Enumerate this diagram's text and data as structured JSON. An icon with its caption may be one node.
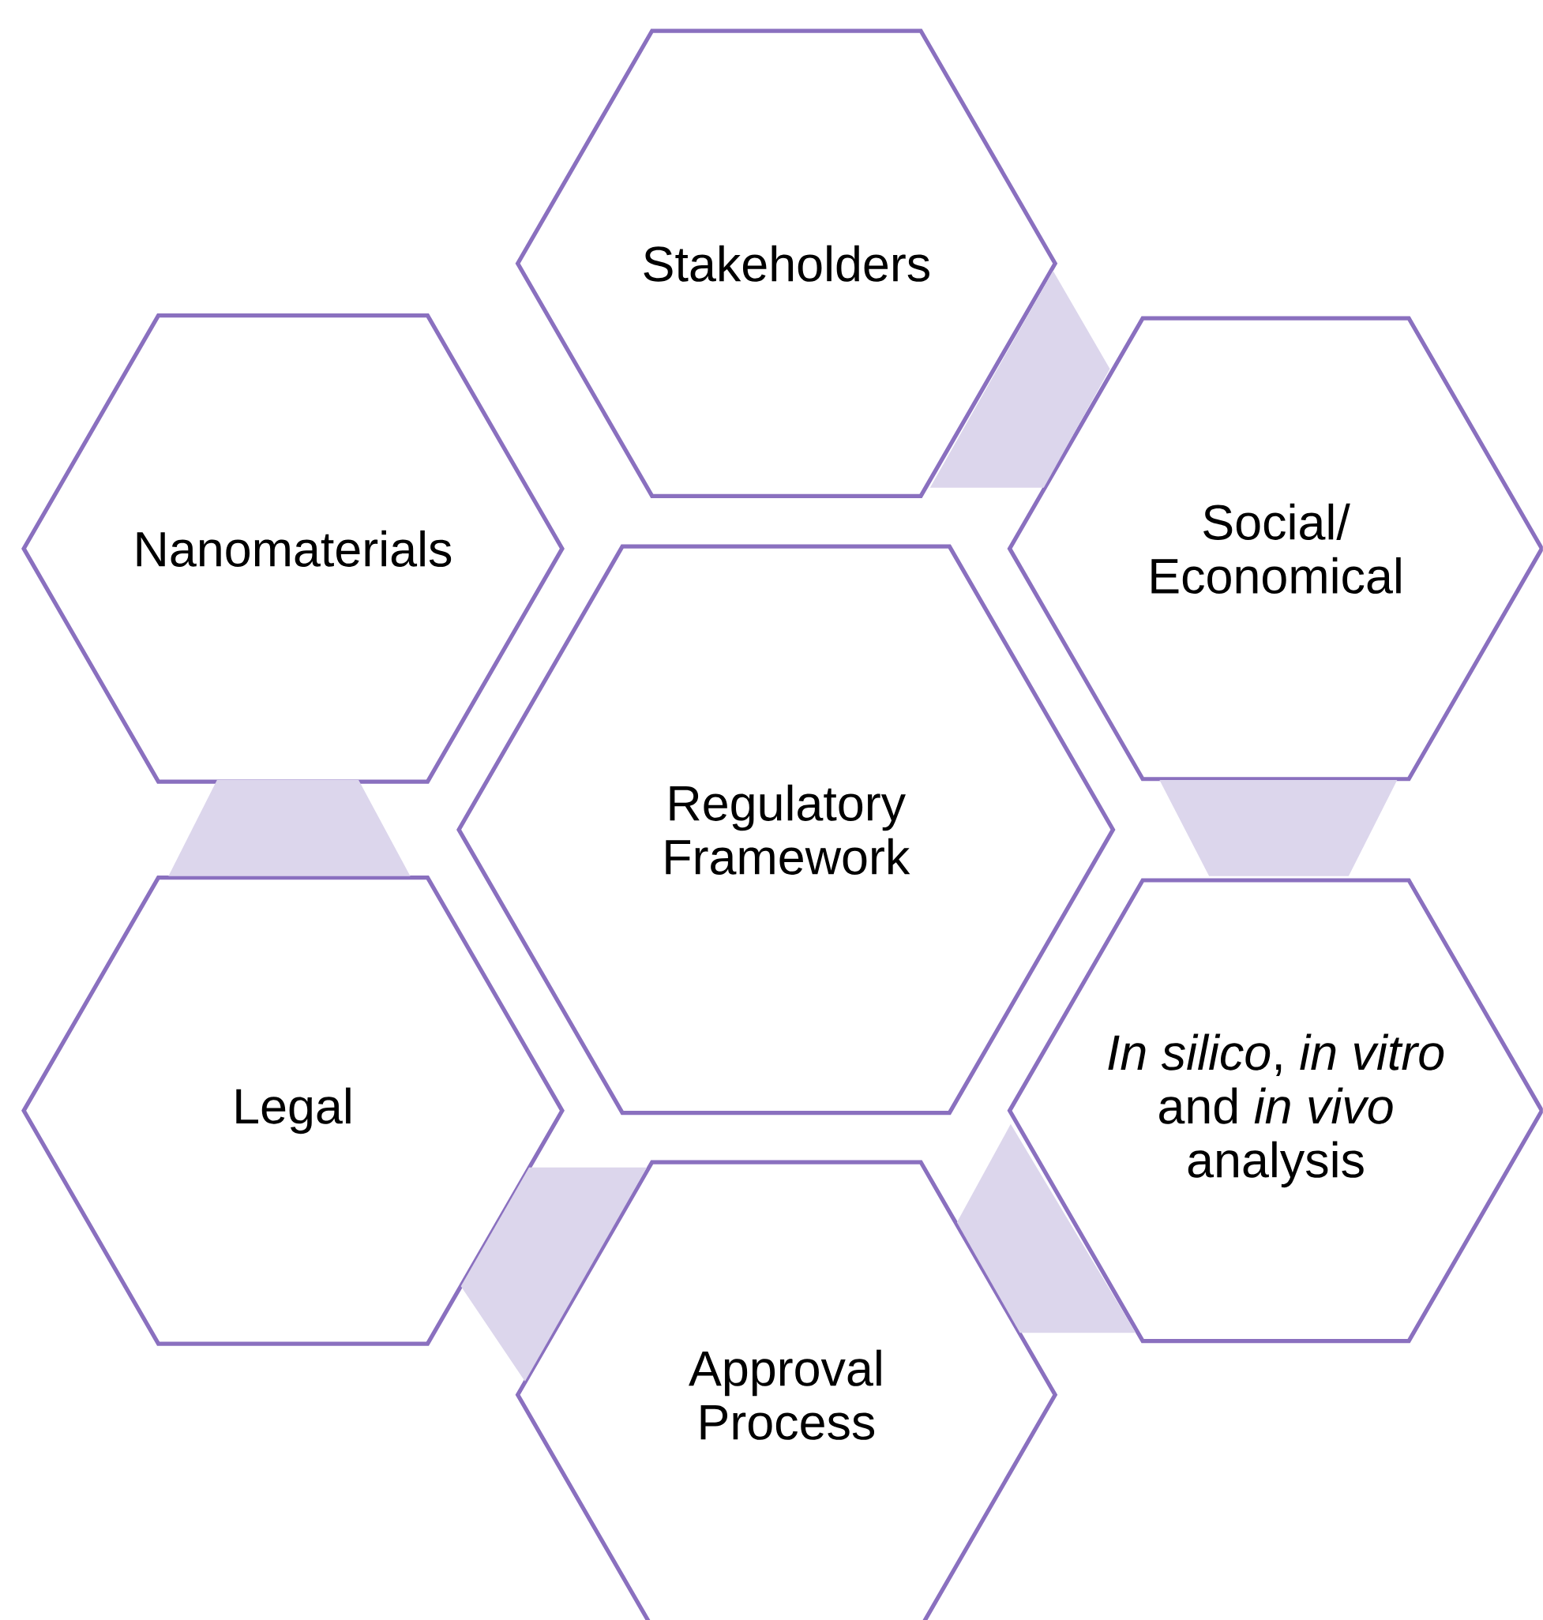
{
  "diagram": {
    "nodes": [
      {
        "text": [
          "Stakeholders"
        ]
      },
      {
        "text": [
          "Nanomaterials"
        ]
      },
      {
        "text": [
          "Social/ Economical"
        ]
      },
      {
        "text": [
          "Regulatory Framework"
        ]
      },
      {
        "text": [
          "Legal"
        ]
      },
      {
        "text": [
          "*In silico*, *in vitro* and *in vivo* analysis"
        ]
      },
      {
        "text": [
          "Approval Process"
        ]
      }
    ],
    "edges": [
      {
        "from": 0,
        "to": 2,
        "arrow": "none"
      },
      {
        "from": 2,
        "to": 5,
        "arrow": "none"
      },
      {
        "from": 5,
        "to": 6,
        "arrow": "none"
      },
      {
        "from": 6,
        "to": 4,
        "arrow": "none"
      },
      {
        "from": 4,
        "to": 1,
        "arrow": "none"
      }
    ]
  }
}
